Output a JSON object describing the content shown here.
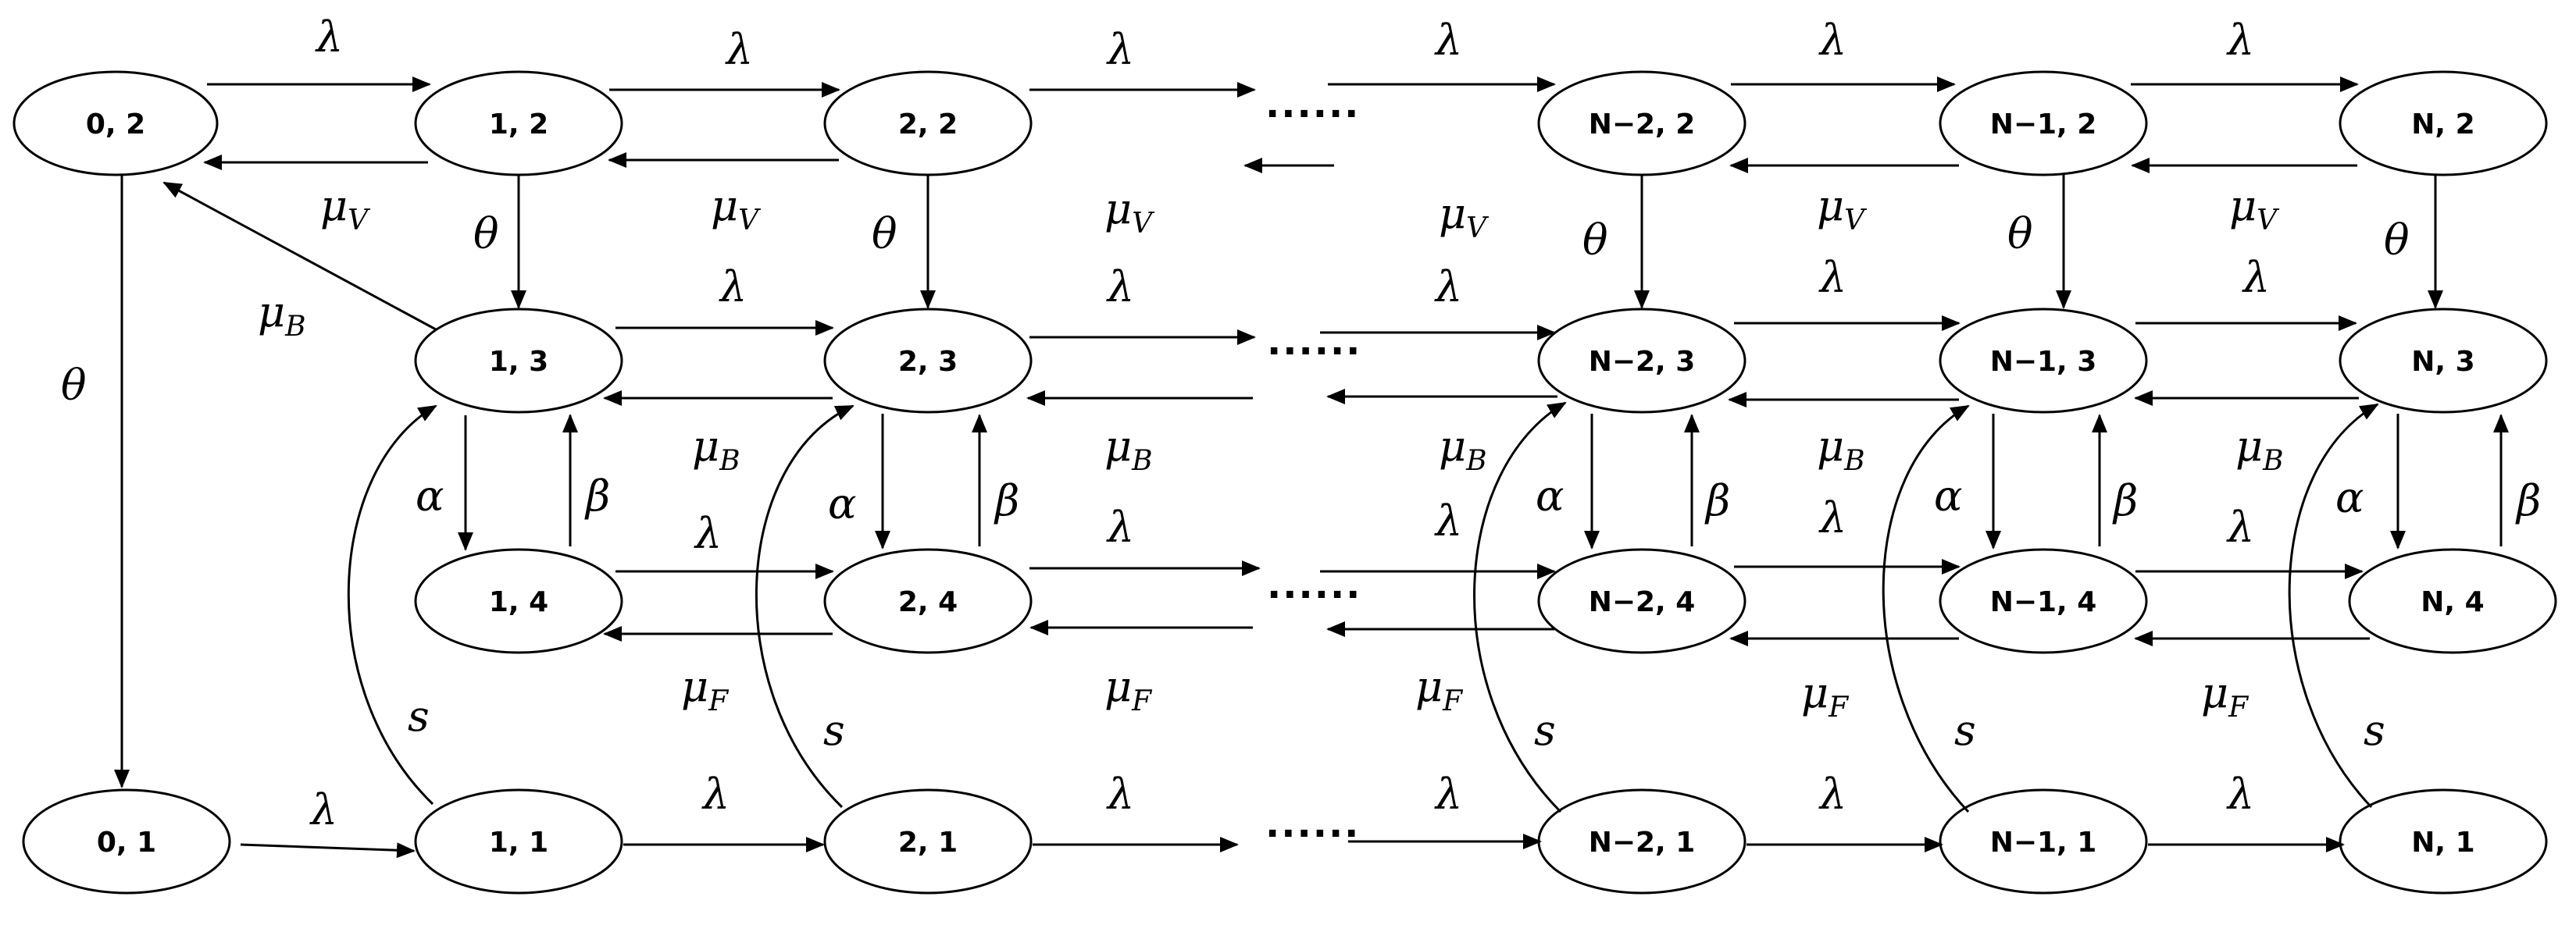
{
  "states": {
    "s02": "0, 2",
    "s12": "1, 2",
    "s22": "2, 2",
    "sN22": "N−2, 2",
    "sN12": "N−1, 2",
    "sN2": "N, 2",
    "s13": "1, 3",
    "s23": "2, 3",
    "sN23": "N−2, 3",
    "sN13": "N−1, 3",
    "sN3": "N, 3",
    "s14": "1, 4",
    "s24": "2, 4",
    "sN24": "N−2, 4",
    "sN14": "N−1, 4",
    "sN4": "N, 4",
    "s01": "0, 1",
    "s11": "1, 1",
    "s21": "2, 1",
    "sN21": "N−2, 1",
    "sN11": "N−1, 1",
    "sN1": "N, 1"
  },
  "rates": {
    "lambda": "λ",
    "theta": "θ",
    "alpha": "α",
    "beta": "β",
    "s": "s",
    "mu": "μ",
    "mu_v_sub": "V",
    "mu_b_sub": "B",
    "mu_f_sub": "F"
  },
  "ellipsis": "······"
}
